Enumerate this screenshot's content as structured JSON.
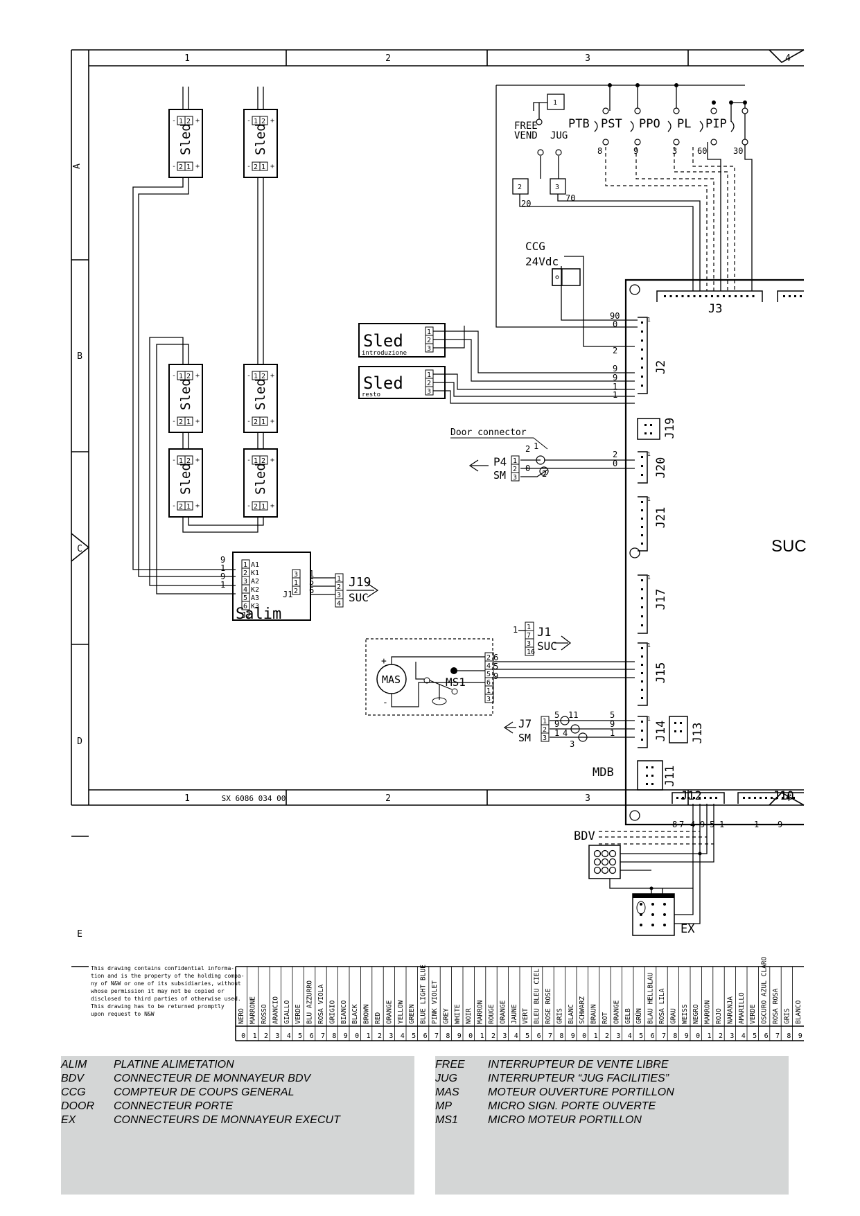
{
  "frame": {
    "columns": [
      "1",
      "2",
      "3",
      "4"
    ],
    "rows": [
      "A",
      "B",
      "C",
      "D",
      "E"
    ],
    "drawing_number": "SX 6086 034 00"
  },
  "confidential_note": [
    "This drawing contains confidential informa-",
    "tion and is the property of the holding compa-",
    "ny of N&W or one of its subsidiaries, without",
    "whose permission it may not be copied or",
    "disclosed to third parties of otherwise used.",
    "This drawing has to be returned promptly",
    "upon request to N&W"
  ],
  "color_codes": [
    {
      "n": "0",
      "name": "NERO"
    },
    {
      "n": "1",
      "name": "MARRONE"
    },
    {
      "n": "2",
      "name": "ROSSO"
    },
    {
      "n": "3",
      "name": "ARANCIO"
    },
    {
      "n": "4",
      "name": "GIALLO"
    },
    {
      "n": "5",
      "name": "VERDE"
    },
    {
      "n": "6",
      "name": "BLU AZZURRO"
    },
    {
      "n": "7",
      "name": "ROSA VIOLA"
    },
    {
      "n": "8",
      "name": "GRIGIO"
    },
    {
      "n": "9",
      "name": "BIANCO"
    },
    {
      "n": "0",
      "name": "BLACK"
    },
    {
      "n": "1",
      "name": "BROWN"
    },
    {
      "n": "2",
      "name": "RED"
    },
    {
      "n": "3",
      "name": "ORANGE"
    },
    {
      "n": "4",
      "name": "YELLOW"
    },
    {
      "n": "5",
      "name": "GREEN"
    },
    {
      "n": "6",
      "name": "BLUE LIGHT BLUE"
    },
    {
      "n": "7",
      "name": "PINK VIOLET"
    },
    {
      "n": "8",
      "name": "GREY"
    },
    {
      "n": "9",
      "name": "WHITE"
    },
    {
      "n": "0",
      "name": "NOIR"
    },
    {
      "n": "1",
      "name": "MARRON"
    },
    {
      "n": "2",
      "name": "ROUGE"
    },
    {
      "n": "3",
      "name": "ORANGE"
    },
    {
      "n": "4",
      "name": "JAUNE"
    },
    {
      "n": "5",
      "name": "VERT"
    },
    {
      "n": "6",
      "name": "BLEU BLEU CIEL"
    },
    {
      "n": "7",
      "name": "ROSE ROSE"
    },
    {
      "n": "8",
      "name": "GRIS"
    },
    {
      "n": "9",
      "name": "BLANC"
    },
    {
      "n": "0",
      "name": "SCHWARZ"
    },
    {
      "n": "1",
      "name": "BRAUN"
    },
    {
      "n": "2",
      "name": "ROT"
    },
    {
      "n": "3",
      "name": "ORANGE"
    },
    {
      "n": "4",
      "name": "GELB"
    },
    {
      "n": "5",
      "name": "GRÜN"
    },
    {
      "n": "6",
      "name": "BLAU HELLBLAU"
    },
    {
      "n": "7",
      "name": "ROSA LILA"
    },
    {
      "n": "8",
      "name": "GRAU"
    },
    {
      "n": "9",
      "name": "WEISS"
    },
    {
      "n": "0",
      "name": "NEGRO"
    },
    {
      "n": "1",
      "name": "MARRON"
    },
    {
      "n": "2",
      "name": "ROJO"
    },
    {
      "n": "3",
      "name": "NARANJA"
    },
    {
      "n": "4",
      "name": "AMARILLO"
    },
    {
      "n": "5",
      "name": "VERDE"
    },
    {
      "n": "6",
      "name": "OSCURO AZUL CLARO"
    },
    {
      "n": "7",
      "name": "ROSA ROSA"
    },
    {
      "n": "8",
      "name": "GRIS"
    },
    {
      "n": "9",
      "name": "BLANCO"
    }
  ],
  "labels": {
    "sled": "Sled",
    "introduzione": "introduzione",
    "resto": "resto",
    "salim": "Salim",
    "free": "FREE",
    "vend": "VEND",
    "jug": "JUG",
    "ptb": "PTB",
    "pst": "PST",
    "ppo": "PPO",
    "pl": "PL",
    "pip": "PIP",
    "ccg": "CCG",
    "ccg_v": "24Vdc",
    "door_connector": "Door connector",
    "p4": "P4",
    "sm": "SM",
    "j7": "J7",
    "j1": "J1",
    "j19": "J19",
    "suc": "SUC",
    "suc_board": "SUC",
    "mas": "MAS",
    "ms1": "MS1",
    "mdb": "MDB",
    "bdv": "BDV",
    "ex": "EX",
    "j2": "J2",
    "j3": "J3",
    "j10": "J10",
    "j11": "J11",
    "j12": "J12",
    "j13": "J13",
    "j14": "J14",
    "j15": "J15",
    "j17": "J17",
    "j19b": "J19",
    "j20": "J20",
    "j21": "J21"
  },
  "legend_left": [
    {
      "abbr": "ALIM",
      "desc": "PLATINE ALIMETATION"
    },
    {
      "abbr": "BDV",
      "desc": "CONNECTEUR DE MONNAYEUR BDV"
    },
    {
      "abbr": "CCG",
      "desc": "COMPTEUR DE COUPS GENERAL"
    },
    {
      "abbr": "DOOR",
      "desc": "CONNECTEUR PORTE"
    },
    {
      "abbr": "EX",
      "desc": "CONNECTEURS DE MONNAYEUR EXECUT"
    }
  ],
  "legend_right": [
    {
      "abbr": "FREE",
      "desc": "INTERRUPTEUR DE VENTE LIBRE"
    },
    {
      "abbr": "JUG",
      "desc": "INTERRUPTEUR “JUG FACILITIES”"
    },
    {
      "abbr": "MAS",
      "desc": "MOTEUR OUVERTURE PORTILLON"
    },
    {
      "abbr": "MP",
      "desc": "MICRO SIGN. PORTE OUVERTE"
    },
    {
      "abbr": "MS1",
      "desc": "MICRO MOTEUR PORTILLON"
    }
  ]
}
